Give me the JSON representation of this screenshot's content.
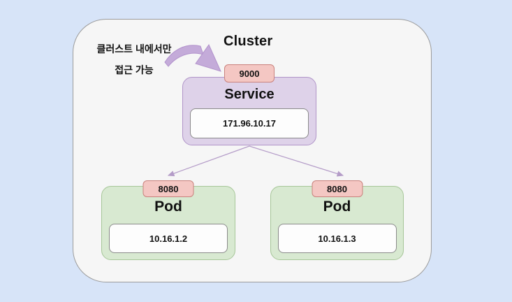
{
  "colors": {
    "bg": "#d7e4f8",
    "cluster_fill": "#f6f6f6",
    "cluster_border": "#9b9b9b",
    "service_fill": "#ded2e9",
    "service_border": "#b094c8",
    "pod_fill": "#d8e9d1",
    "pod_border": "#a6c698",
    "badge_fill": "#f4c7c3",
    "badge_border": "#c9827d",
    "ipbox_fill": "#fdfdfd",
    "ipbox_border": "#8a8a8a",
    "arrow": "#b49cc8",
    "swoosh": "#c4abd9"
  },
  "cluster": {
    "label": "Cluster"
  },
  "annotation": {
    "line1": "클러스트 내에서만",
    "line2": "접근 가능"
  },
  "service": {
    "label": "Service",
    "port": "9000",
    "ip": "171.96.10.17"
  },
  "pods": [
    {
      "label": "Pod",
      "port": "8080",
      "ip": "10.16.1.2"
    },
    {
      "label": "Pod",
      "port": "8080",
      "ip": "10.16.1.3"
    }
  ]
}
